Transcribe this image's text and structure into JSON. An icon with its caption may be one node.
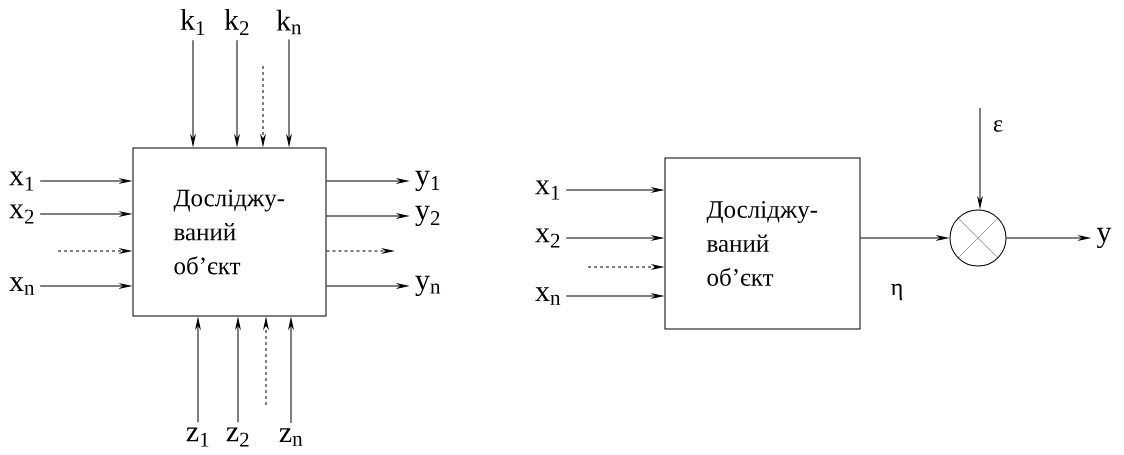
{
  "diagram": {
    "nodes": [
      {
        "text": [
          "k$_{1}$"
        ]
      },
      {
        "text": [
          "k$_{2}$"
        ]
      },
      {
        "text": [
          "k$_{n}$"
        ]
      },
      {
        "text": [
          "x$_{1}$"
        ]
      },
      {
        "text": [
          "x$_{2}$"
        ]
      },
      {
        "text": [
          "x$_{n}$"
        ]
      },
      {
        "text": [
          "Досліджу- ваний об’єкт"
        ]
      },
      {
        "text": [
          "y$_{1}$"
        ]
      },
      {
        "text": [
          "y$_{2}$"
        ]
      },
      {
        "text": [
          "y$_{n}$"
        ]
      },
      {
        "text": [
          "z$_{1}$"
        ]
      },
      {
        "text": [
          "z$_{2}$"
        ]
      },
      {
        "text": [
          "z$_{n}$"
        ]
      },
      {
        "text": [
          "x$_{1}$"
        ]
      },
      {
        "text": [
          "x$_{2}$"
        ]
      },
      {
        "text": [
          "x$_{n}$"
        ]
      },
      {
        "text": [
          "Досліджу- ваний об’єкт"
        ]
      },
      {
        "text": [],
        "shape": "circle"
      },
      {
        "text": [
          "y"
        ]
      }
    ],
    "edges": [
      {
        "from": 3,
        "to": 6,
        "arrow": "to"
      },
      {
        "from": 4,
        "to": 6,
        "arrow": "to"
      },
      {
        "from": null,
        "to": 6,
        "arrow": "to",
        "style": "dashed"
      },
      {
        "from": 5,
        "to": 6,
        "arrow": "to"
      },
      {
        "from": 6,
        "to": 7,
        "arrow": "to"
      },
      {
        "from": 6,
        "to": 8,
        "arrow": "to"
      },
      {
        "from": 6,
        "to": null,
        "arrow": "to",
        "style": "dashed"
      },
      {
        "from": 6,
        "to": 9,
        "arrow": "to"
      },
      {
        "from": 0,
        "to": 6,
        "arrow": "to"
      },
      {
        "from": 1,
        "to": 6,
        "arrow": "to"
      },
      {
        "from": null,
        "to": 6,
        "arrow": "to",
        "style": "dashed"
      },
      {
        "from": 2,
        "to": 6,
        "arrow": "to"
      },
      {
        "from": 10,
        "to": 6,
        "arrow": "to"
      },
      {
        "from": 11,
        "to": 6,
        "arrow": "to"
      },
      {
        "from": null,
        "to": 6,
        "arrow": "to",
        "style": "dashed"
      },
      {
        "from": 12,
        "to": 6,
        "arrow": "to"
      },
      {
        "from": 13,
        "to": 16,
        "arrow": "to"
      },
      {
        "from": 14,
        "to": 16,
        "arrow": "to"
      },
      {
        "from": null,
        "to": 16,
        "arrow": "to",
        "style": "dashed"
      },
      {
        "from": 15,
        "to": 16,
        "arrow": "to"
      },
      {
        "from": 16,
        "to": 17,
        "arrow": "to",
        "label": "η"
      },
      {
        "from": null,
        "to": 17,
        "arrow": "to",
        "label": "ε"
      },
      {
        "from": 17,
        "to": 18,
        "arrow": "to"
      }
    ]
  }
}
